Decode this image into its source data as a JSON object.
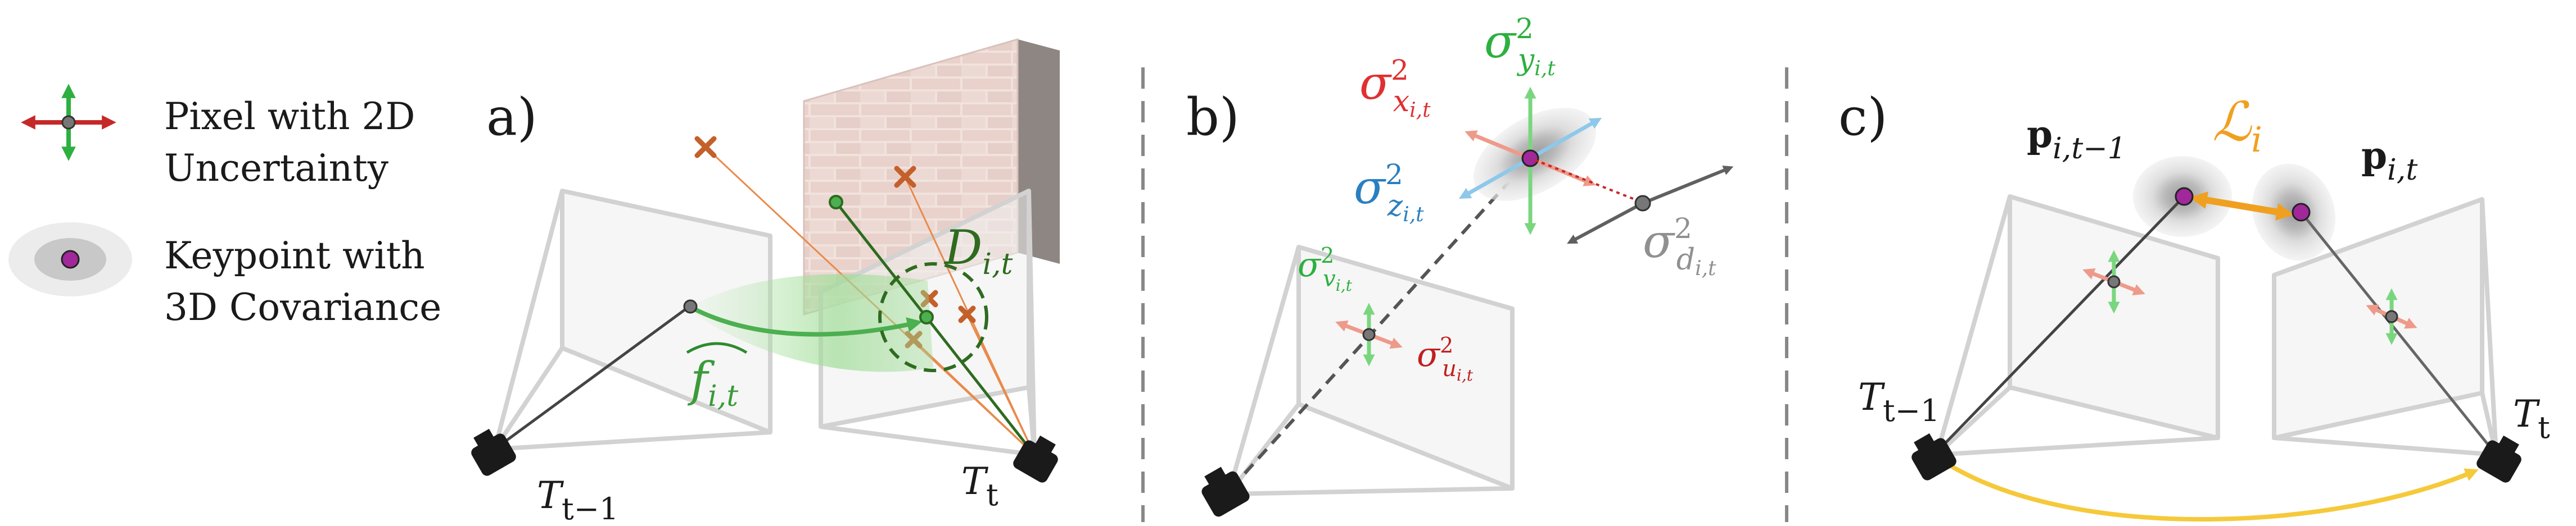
{
  "legend": {
    "pixel_label_line1": "Pixel with 2D",
    "pixel_label_line2": "Uncertainty",
    "keypoint_label_line1": "Keypoint with",
    "keypoint_label_line2": "3D Covariance"
  },
  "panels": {
    "a": "a)",
    "b": "b)",
    "c": "c)"
  },
  "panel_a": {
    "pose_prev_main": "T",
    "pose_prev_sub": "t−1",
    "pose_curr_main": "T",
    "pose_curr_sub": "t",
    "flow_main": "f",
    "flow_sub": "i,t",
    "depth_main": "D",
    "depth_sub": "i,t"
  },
  "panel_b": {
    "sigma": "σ",
    "sup": "2",
    "x_sub": "x",
    "x_subsub": "i,t",
    "y_sub": "y",
    "y_subsub": "i,t",
    "z_sub": "z",
    "z_subsub": "i,t",
    "d_sub": "d",
    "d_subsub": "i,t",
    "v_sub": "v",
    "v_subsub": "i,t",
    "u_sub": "u",
    "u_subsub": "i,t"
  },
  "panel_c": {
    "pose_prev_main": "T",
    "pose_prev_sub": "t−1",
    "pose_curr_main": "T",
    "pose_curr_sub": "t",
    "p_prev_main": "p",
    "p_prev_sub": "i,t−1",
    "p_curr_main": "p",
    "p_curr_sub": "i,t",
    "loss_main": "ℒ",
    "loss_sub": "i"
  },
  "colors": {
    "flow_green": "#4caf50",
    "depth_green": "#2e6b1f",
    "sigma_x_red": "#e03030",
    "sigma_y_green": "#2db040",
    "sigma_z_blue": "#2a7fc0",
    "sigma_d_gray": "#909090",
    "sigma_u_darkred": "#c02020",
    "keypoint_purple": "#a0289a",
    "loss_orange": "#f0a020",
    "pose_arrow_yellow": "#f5c93a",
    "wall_brick": "#ead8d2"
  },
  "icons": [
    "camera-icon",
    "brick-wall-icon",
    "cross-arrow-icon",
    "covariance-ellipse-icon"
  ]
}
